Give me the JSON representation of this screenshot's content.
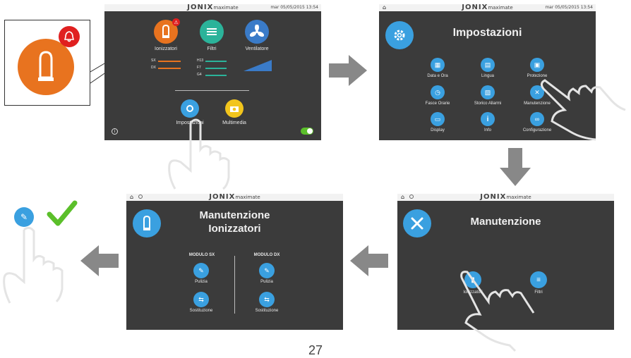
{
  "brand": {
    "main": "JONIX",
    "sub": "maximate",
    "date": "mar 05/05/2015 13:54"
  },
  "screen1": {
    "items": [
      {
        "label": "Ionizzatori",
        "icon": "tube-icon",
        "color": "#e8731f"
      },
      {
        "label": "Filtri",
        "icon": "filter-icon",
        "color": "#2bb39a"
      },
      {
        "label": "Ventilatore",
        "icon": "fan-icon",
        "color": "#3a7bc8"
      },
      {
        "label": "Impostazioni",
        "icon": "gear-icon",
        "color": "#3aa0e0"
      },
      {
        "label": "Multimedia",
        "icon": "camera-icon",
        "color": "#f2c51c"
      }
    ],
    "levels": [
      "SX",
      "DX",
      "H13",
      "F7",
      "G4"
    ]
  },
  "screen2": {
    "title": "Impostazioni",
    "items": [
      {
        "label": "Data e Ora",
        "icon": "calendar-icon"
      },
      {
        "label": "Lingua",
        "icon": "language-icon"
      },
      {
        "label": "Protezione",
        "icon": "lock-icon"
      },
      {
        "label": "Fasce Orarie",
        "icon": "clock-icon"
      },
      {
        "label": "Storico Allarmi",
        "icon": "history-icon"
      },
      {
        "label": "Manutenzione",
        "icon": "wrench-icon"
      },
      {
        "label": "Display",
        "icon": "display-icon"
      },
      {
        "label": "Info",
        "icon": "info-icon"
      },
      {
        "label": "Configurazione",
        "icon": "config-icon"
      }
    ]
  },
  "screen3": {
    "title": "Manutenzione",
    "items": [
      {
        "label": "Ionizzatori",
        "icon": "tube-icon"
      },
      {
        "label": "Filtri",
        "icon": "filter-icon"
      }
    ]
  },
  "screen4": {
    "title_line1": "Manutenzione",
    "title_line2": "Ionizzatori",
    "left_heading": "MODULO SX",
    "right_heading": "MODULO DX",
    "clean_label": "Pulizia",
    "replace_label": "Sostituzione"
  },
  "colors": {
    "accent": "#3aa0e0",
    "orange": "#e8731f",
    "alarm": "#e02020",
    "check": "#5bbf2a",
    "arrow": "#888888"
  },
  "page_number": "27"
}
